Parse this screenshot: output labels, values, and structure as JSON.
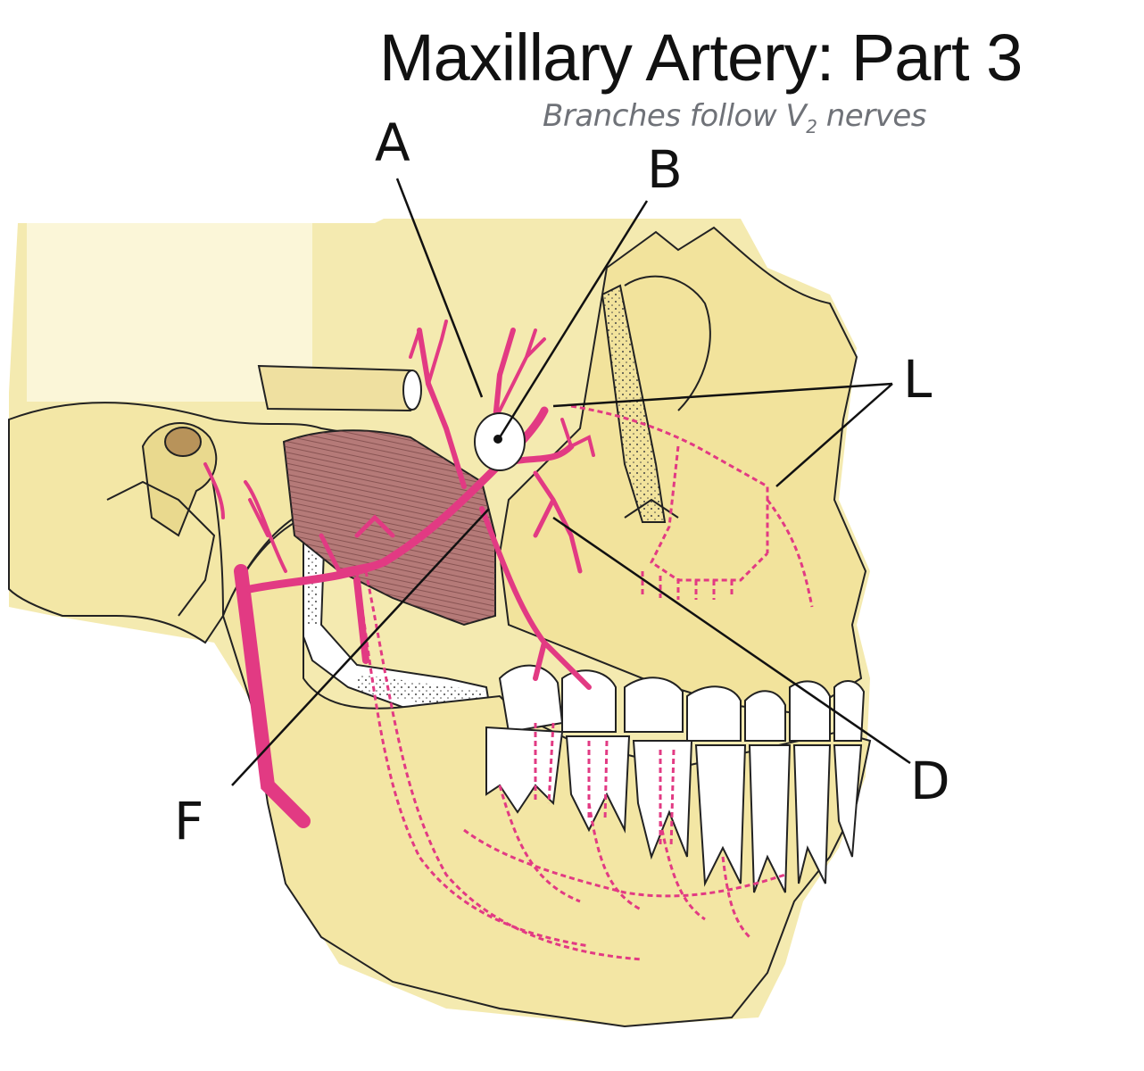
{
  "title": "Maxillary Artery: Part 3",
  "subtitle": {
    "prefix": "Branches follow V",
    "subscript": "2",
    "suffix": " nerves"
  },
  "labels": {
    "A": "A",
    "B": "B",
    "L": "L",
    "D": "D",
    "F": "F"
  },
  "colors": {
    "bone": "#f4eab0",
    "bone_shade": "#e8d98a",
    "artery": "#e23a83",
    "muscle": "#b57a78",
    "tooth": "#ffffff",
    "outline": "#222222"
  }
}
